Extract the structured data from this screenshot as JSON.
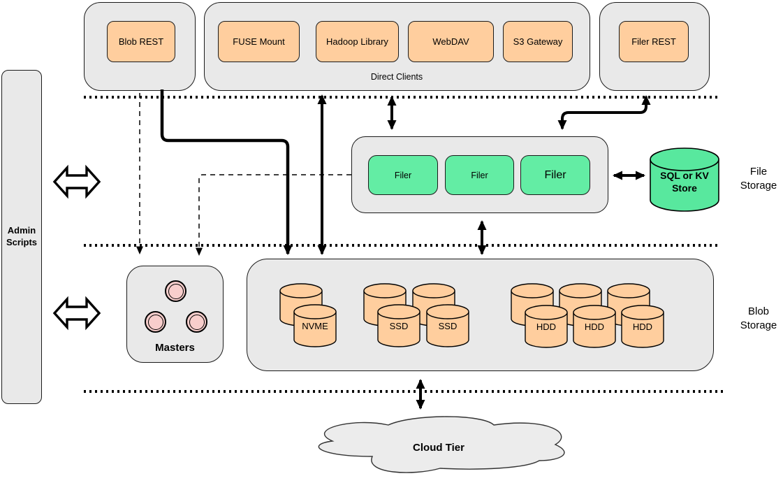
{
  "admin_bar": {
    "label": "Admin Scripts"
  },
  "top_row": {
    "blob_rest": {
      "label": "Blob REST"
    },
    "direct_clients": {
      "label": "Direct Clients",
      "clients": [
        "FUSE Mount",
        "Hadoop Library",
        "WebDAV",
        "S3 Gateway"
      ]
    },
    "filer_rest": {
      "label": "Filer REST"
    }
  },
  "file_storage": {
    "section_label": "File Storage",
    "filers": [
      "Filer",
      "Filer",
      "Filer"
    ],
    "metadata_store": {
      "label": "SQL or KV Store"
    }
  },
  "blob_storage": {
    "section_label": "Blob Storage",
    "masters": {
      "label": "Masters"
    },
    "volumes": [
      "NVME",
      "SSD",
      "SSD",
      "HDD",
      "HDD",
      "HDD"
    ]
  },
  "cloud_tier": {
    "label": "Cloud Tier"
  },
  "colors": {
    "container_grey": "#e9e9e9",
    "node_orange": "#ffce9e",
    "node_green": "#63eda4",
    "master_pink": "#f8cecc",
    "cloud_grey": "#ececec",
    "line_black": "#000000"
  }
}
